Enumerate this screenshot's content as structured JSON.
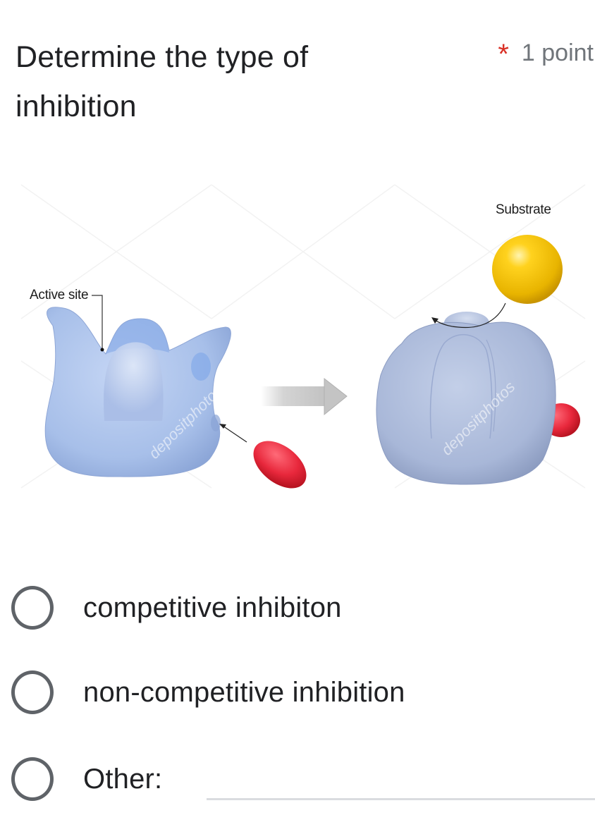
{
  "question": {
    "title": "Determine the type of inhibition",
    "required_marker": "*",
    "points": "1 point"
  },
  "illustration": {
    "labels": {
      "active_site": "Active site",
      "substrate": "Substrate"
    },
    "watermark": "depositphotos",
    "colors": {
      "enzyme": "#a9c0ea",
      "enzyme_bound": "#aab8d8",
      "inhibitor": "#e8283c",
      "substrate": "#f2c200",
      "arrow": "#c8c8c8"
    }
  },
  "options": [
    {
      "label": "competitive inhibiton",
      "selected": false
    },
    {
      "label": "non-competitive inhibition",
      "selected": false
    },
    {
      "label": "Other:",
      "selected": false,
      "input_value": "",
      "input_placeholder": ""
    }
  ],
  "colors": {
    "required": "#d93025",
    "points": "#70757a",
    "radio_border": "#5f6368",
    "text": "#202124",
    "input_underline": "#dadce0"
  }
}
